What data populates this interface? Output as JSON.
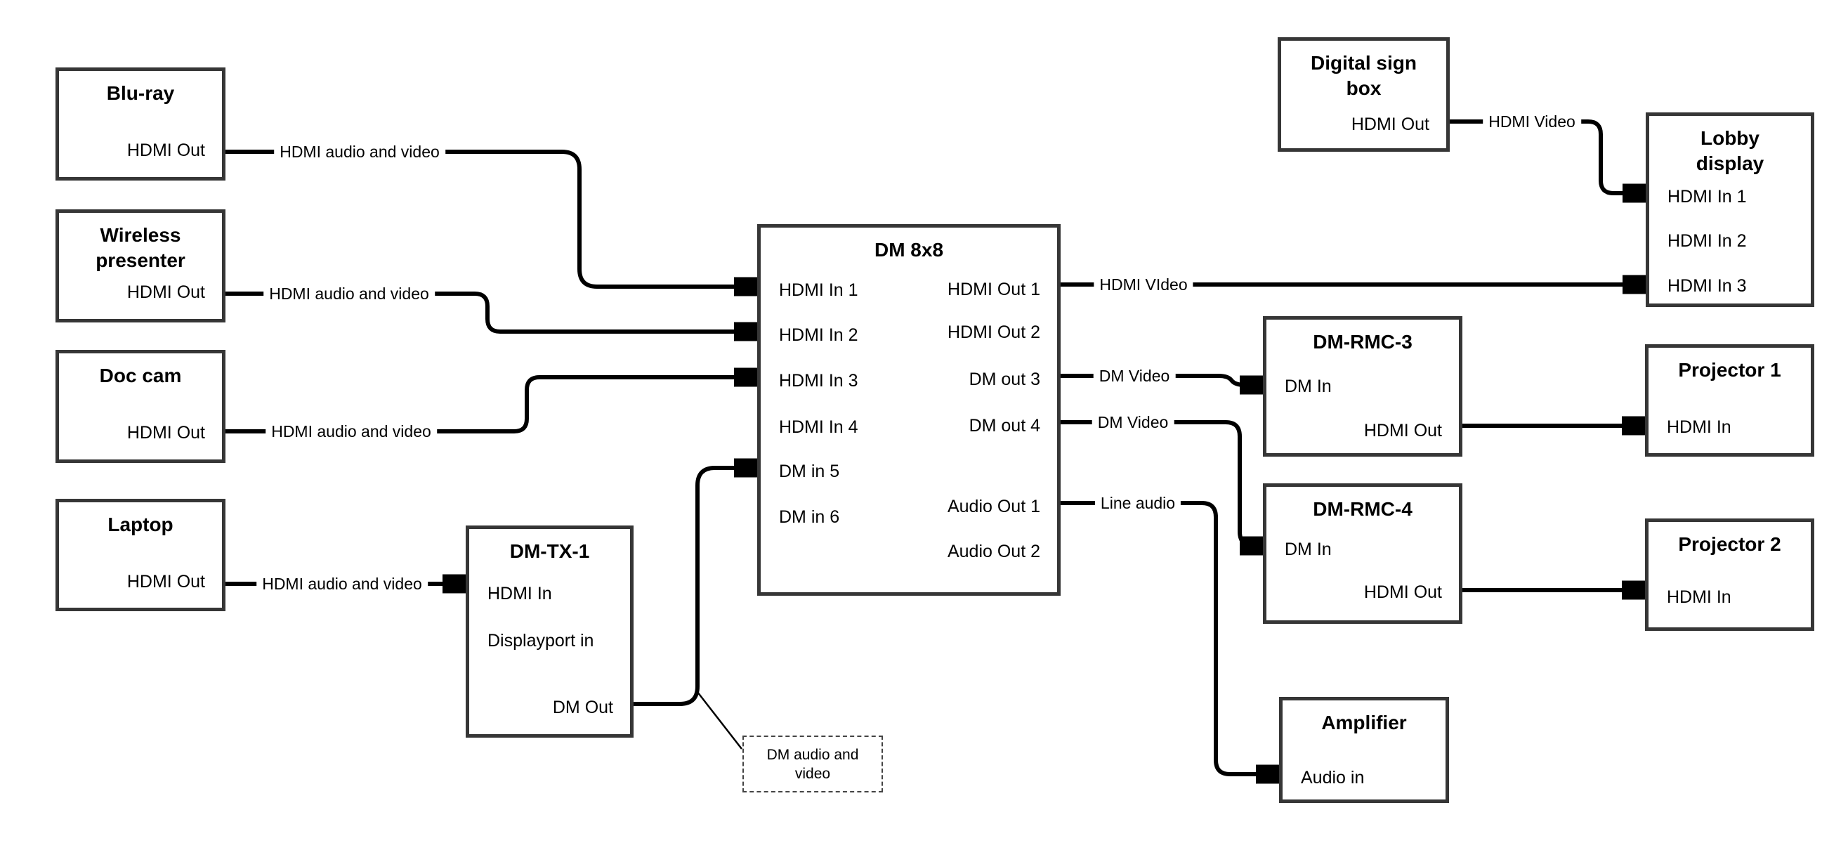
{
  "nodes": {
    "bluray": {
      "title": "Blu-ray",
      "hdmi_out": "HDMI Out"
    },
    "wireless": {
      "title": "Wireless presenter",
      "hdmi_out": "HDMI Out"
    },
    "doc_cam": {
      "title": "Doc cam",
      "hdmi_out": "HDMI Out"
    },
    "laptop": {
      "title": "Laptop",
      "hdmi_out": "HDMI Out"
    },
    "dm_tx_1": {
      "title": "DM-TX-1",
      "hdmi_in": "HDMI In",
      "displayport_in": "Displayport in",
      "dm_out": "DM Out"
    },
    "dm_8x8": {
      "title": "DM 8x8",
      "hdmi_in_1": "HDMI In 1",
      "hdmi_in_2": "HDMI In 2",
      "hdmi_in_3": "HDMI In 3",
      "hdmi_in_4": "HDMI In 4",
      "dm_in_5": "DM in 5",
      "dm_in_6": "DM in 6",
      "hdmi_out_1": "HDMI Out 1",
      "hdmi_out_2": "HDMI Out 2",
      "dm_out_3": "DM out 3",
      "dm_out_4": "DM out 4",
      "audio_out_1": "Audio Out 1",
      "audio_out_2": "Audio Out 2"
    },
    "digital_sign_box": {
      "title": "Digital sign box",
      "hdmi_out": "HDMI Out"
    },
    "lobby_display": {
      "title": "Lobby display",
      "hdmi_in_1": "HDMI In 1",
      "hdmi_in_2": "HDMI In 2",
      "hdmi_in_3": "HDMI In 3"
    },
    "dm_rmc_3": {
      "title": "DM-RMC-3",
      "dm_in": "DM In",
      "hdmi_out": "HDMI Out"
    },
    "projector_1": {
      "title": "Projector 1",
      "hdmi_in": "HDMI In"
    },
    "dm_rmc_4": {
      "title": "DM-RMC-4",
      "dm_in": "DM In",
      "hdmi_out": "HDMI Out"
    },
    "projector_2": {
      "title": "Projector 2",
      "hdmi_in": "HDMI In"
    },
    "amplifier": {
      "title": "Amplifier",
      "audio_in": "Audio in"
    }
  },
  "edge_labels": {
    "bluray_to_dm8x8": "HDMI audio and video",
    "wireless_to_dm8x8": "HDMI audio and video",
    "doccam_to_dm8x8": "HDMI audio and video",
    "laptop_to_dmtx1": "HDMI audio and video",
    "digitalsign_to_lobby": "HDMI Video",
    "hdmiout1_to_lobby": "HDMI VIdeo",
    "dmout3_to_rmc3": "DM Video",
    "dmout4_to_rmc4": "DM Video",
    "audioout1_to_amplifier": "Line audio"
  },
  "note": {
    "text": "DM audio and video"
  },
  "colors": {
    "line": "#000000",
    "box_border": "#363636",
    "background": "#ffffff"
  }
}
